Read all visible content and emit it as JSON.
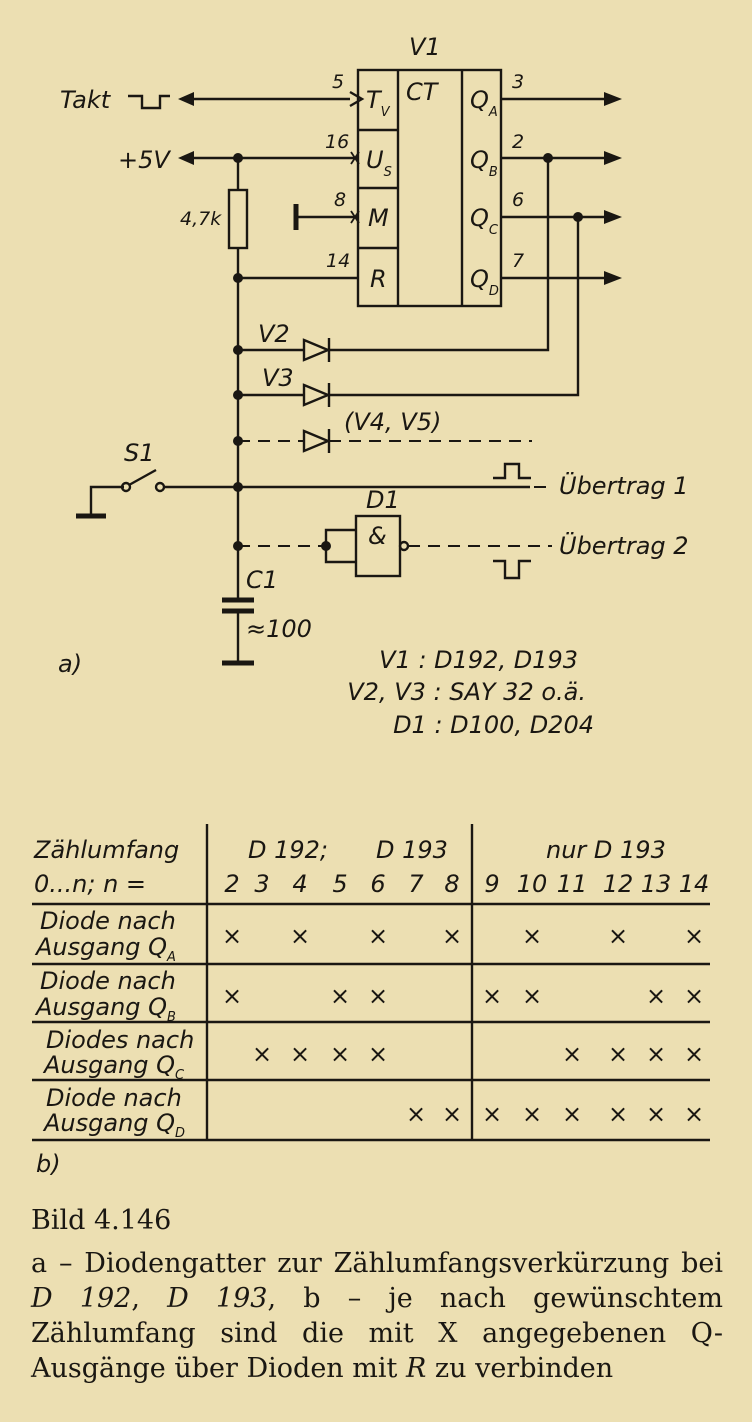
{
  "schematic": {
    "v1": {
      "name": "V1",
      "function": "CT"
    },
    "pins": [
      {
        "number": "5",
        "label": "T",
        "sub": "V"
      },
      {
        "number": "16",
        "label": "U",
        "sub": "S"
      },
      {
        "number": "8",
        "label": "M",
        "sub": ""
      },
      {
        "number": "14",
        "label": "R",
        "sub": ""
      }
    ],
    "outputs": [
      {
        "number": "3",
        "label": "Q",
        "sub": "A"
      },
      {
        "number": "2",
        "label": "Q",
        "sub": "B"
      },
      {
        "number": "6",
        "label": "Q",
        "sub": "C"
      },
      {
        "number": "7",
        "label": "Q",
        "sub": "D"
      }
    ],
    "takt": "Takt",
    "supply": "+5V",
    "resistor": "4,7k",
    "diode_v2": "V2",
    "diode_v3": "V3",
    "diodes_opt": "(V4, V5)",
    "switch": "S1",
    "carry1": "Übertrag 1",
    "gate": "D1",
    "gate_symbol": "&",
    "carry2": "Übertrag 2",
    "capacitor": "C1",
    "cap_value": "≈100",
    "part_a": "a)",
    "parts": [
      "V1 : D192, D193",
      "V2, V3 : SAY 32 o.ä.",
      "D1 : D100, D204"
    ]
  },
  "table": {
    "head_label_1": "Zählumfang",
    "head_label_2": "0...n; n =",
    "group_1a": "D 192;",
    "group_1b": "D 193",
    "group_2": "nur D 193",
    "columns": [
      "2",
      "3",
      "4",
      "5",
      "6",
      "7",
      "8",
      "9",
      "10",
      "11",
      "12",
      "13",
      "14"
    ],
    "mark": "×",
    "rows": [
      {
        "line1": "Diode nach",
        "line2": "Ausgang Q",
        "sub": "A",
        "marks": [
          1,
          0,
          1,
          0,
          1,
          0,
          1,
          0,
          1,
          0,
          1,
          0,
          1
        ]
      },
      {
        "line1": "Diode nach",
        "line2": "Ausgang Q",
        "sub": "B",
        "marks": [
          1,
          0,
          0,
          1,
          1,
          0,
          0,
          1,
          1,
          0,
          0,
          1,
          1
        ]
      },
      {
        "line1": "Diodes nach",
        "line2": "Ausgang Q",
        "sub": "C",
        "marks": [
          0,
          1,
          1,
          1,
          1,
          0,
          0,
          0,
          0,
          1,
          1,
          1,
          1
        ]
      },
      {
        "line1": "Diode nach",
        "line2": "Ausgang Q",
        "sub": "D",
        "marks": [
          0,
          0,
          0,
          0,
          0,
          1,
          1,
          1,
          1,
          1,
          1,
          1,
          1
        ]
      }
    ],
    "part_b": "b)"
  },
  "caption": {
    "number": "Bild 4.146",
    "a": "a – Diodengatter zur Zählumfangsverkürzung bei ",
    "chip1": "D 192",
    "sep": ", ",
    "chip2": "D 193",
    "b": ", b – je nach gewünschtem Zählumfang sind die mit X angegebenen Q-Ausgänge über Dioden mit ",
    "r": "R",
    "end": " zu verbinden"
  }
}
